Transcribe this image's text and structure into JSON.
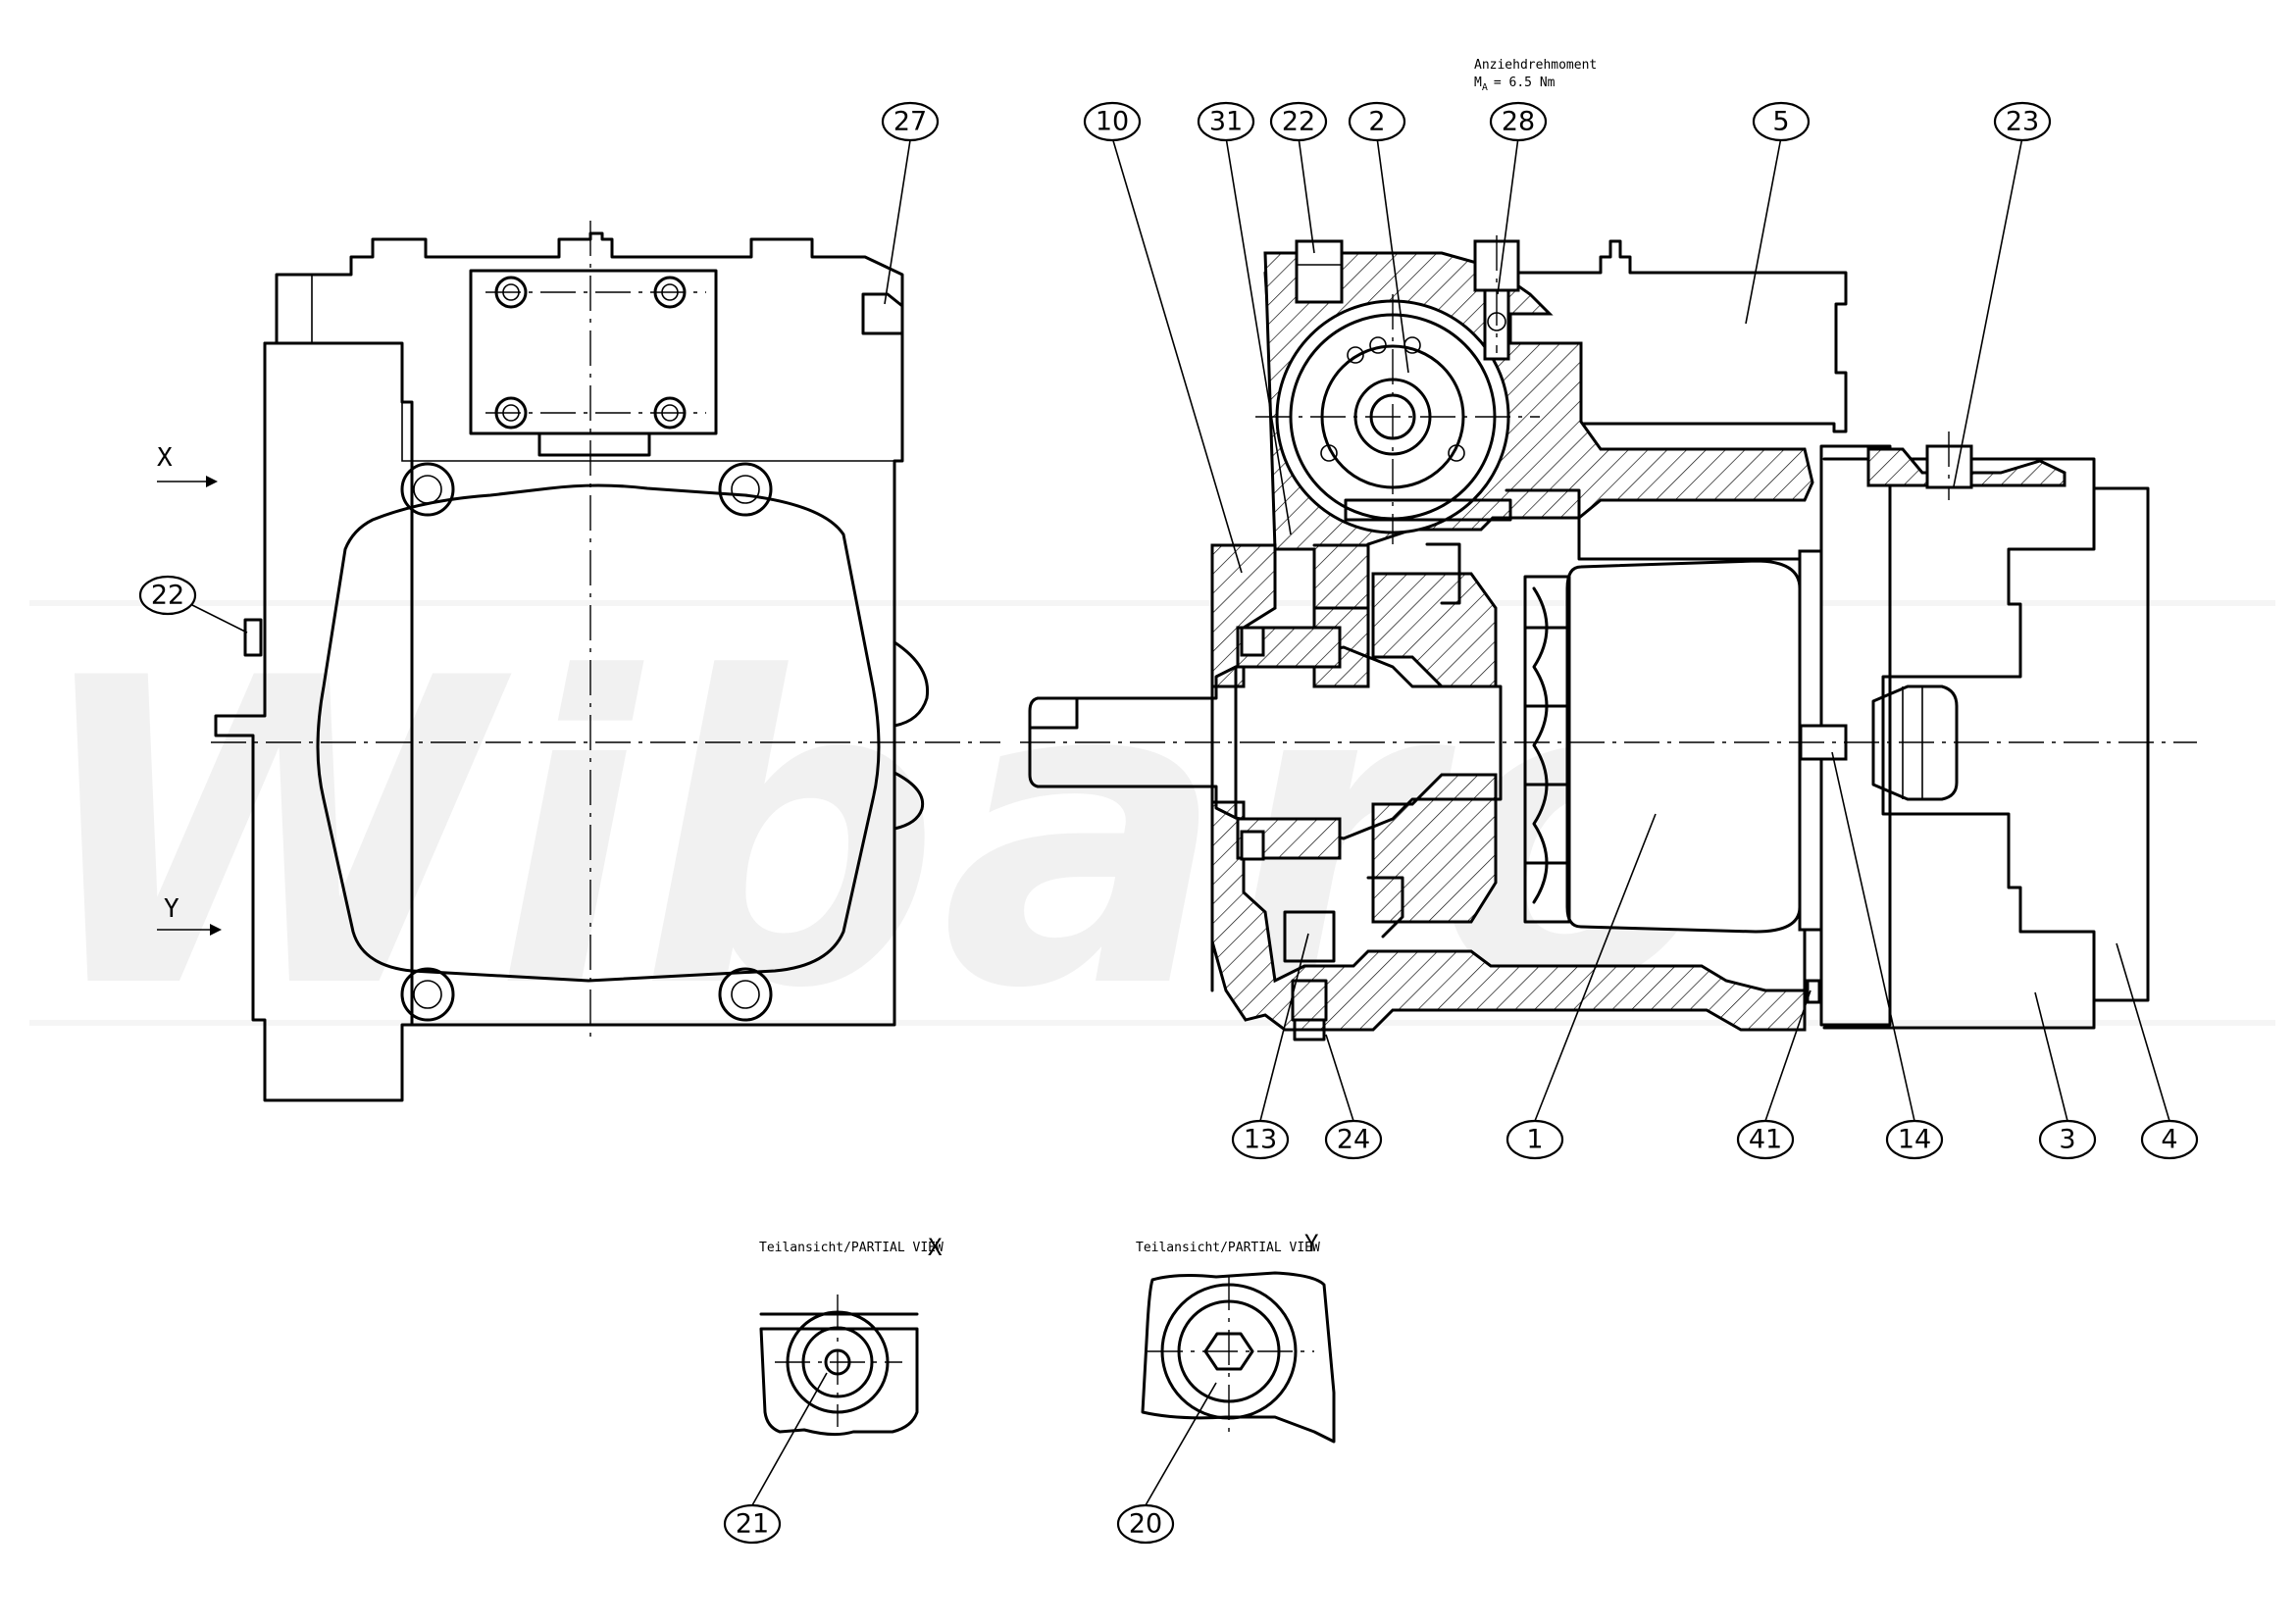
{
  "watermark": "Wibaro",
  "torque_note": {
    "line1": "Anziehdrehmoment",
    "line2": "M",
    "line2_sub": "A",
    "line2_value": "= 6.5 Nm"
  },
  "view_arrows": {
    "x": "X",
    "y": "Y"
  },
  "partial_views": {
    "x": {
      "caption": "Teilansicht/PARTIAL VIEW",
      "letter": "X"
    },
    "y": {
      "caption": "Teilansicht/PARTIAL VIEW",
      "letter": "Y"
    }
  },
  "callouts": {
    "c27": "27",
    "c22_left": "22",
    "c10": "10",
    "c31": "31",
    "c22_top": "22",
    "c2": "2",
    "c28": "28",
    "c5": "5",
    "c23": "23",
    "c13": "13",
    "c24": "24",
    "c1": "1",
    "c41": "41",
    "c14": "14",
    "c3": "3",
    "c4": "4",
    "c21": "21",
    "c20": "20"
  }
}
